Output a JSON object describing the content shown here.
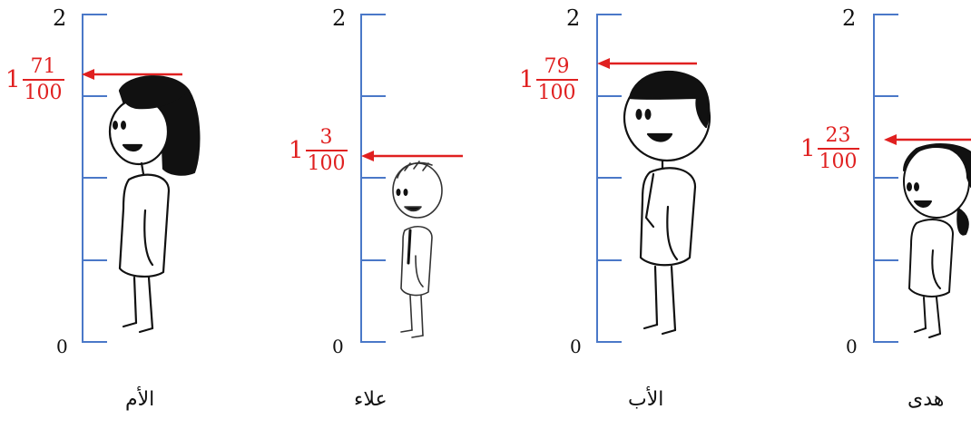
{
  "panels": [
    {
      "name": "الأم",
      "whole": "1",
      "numerator": "71",
      "denominator": "100",
      "top_label": "2",
      "bottom_label": "0",
      "height_m": 1.71
    },
    {
      "name": "علاء",
      "whole": "1",
      "numerator": "3",
      "denominator": "100",
      "top_label": "2",
      "bottom_label": "0",
      "height_m": 1.03
    },
    {
      "name": "الأب",
      "whole": "1",
      "numerator": "79",
      "denominator": "100",
      "top_label": "2",
      "bottom_label": "0",
      "height_m": 1.79
    },
    {
      "name": "هدى",
      "whole": "1",
      "numerator": "23",
      "denominator": "100",
      "top_label": "2",
      "bottom_label": "0",
      "height_m": 1.23
    }
  ],
  "colors": {
    "ruler": "#4a78c8",
    "marker": "#e02020",
    "ink": "#111111"
  }
}
